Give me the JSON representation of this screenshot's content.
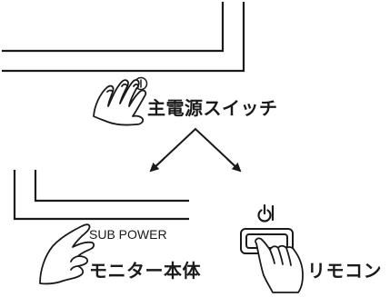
{
  "labels": {
    "main_power": "主電源スイッチ",
    "sub_power": "SUB POWER",
    "monitor": "モニター本体",
    "remote": "リモコン"
  },
  "colors": {
    "line": "#1a1a1a",
    "background": "#ffffff"
  },
  "icons": {
    "main_switch_symbol": "power-on-off-icon",
    "remote_standby_symbol": "standby-icon"
  }
}
